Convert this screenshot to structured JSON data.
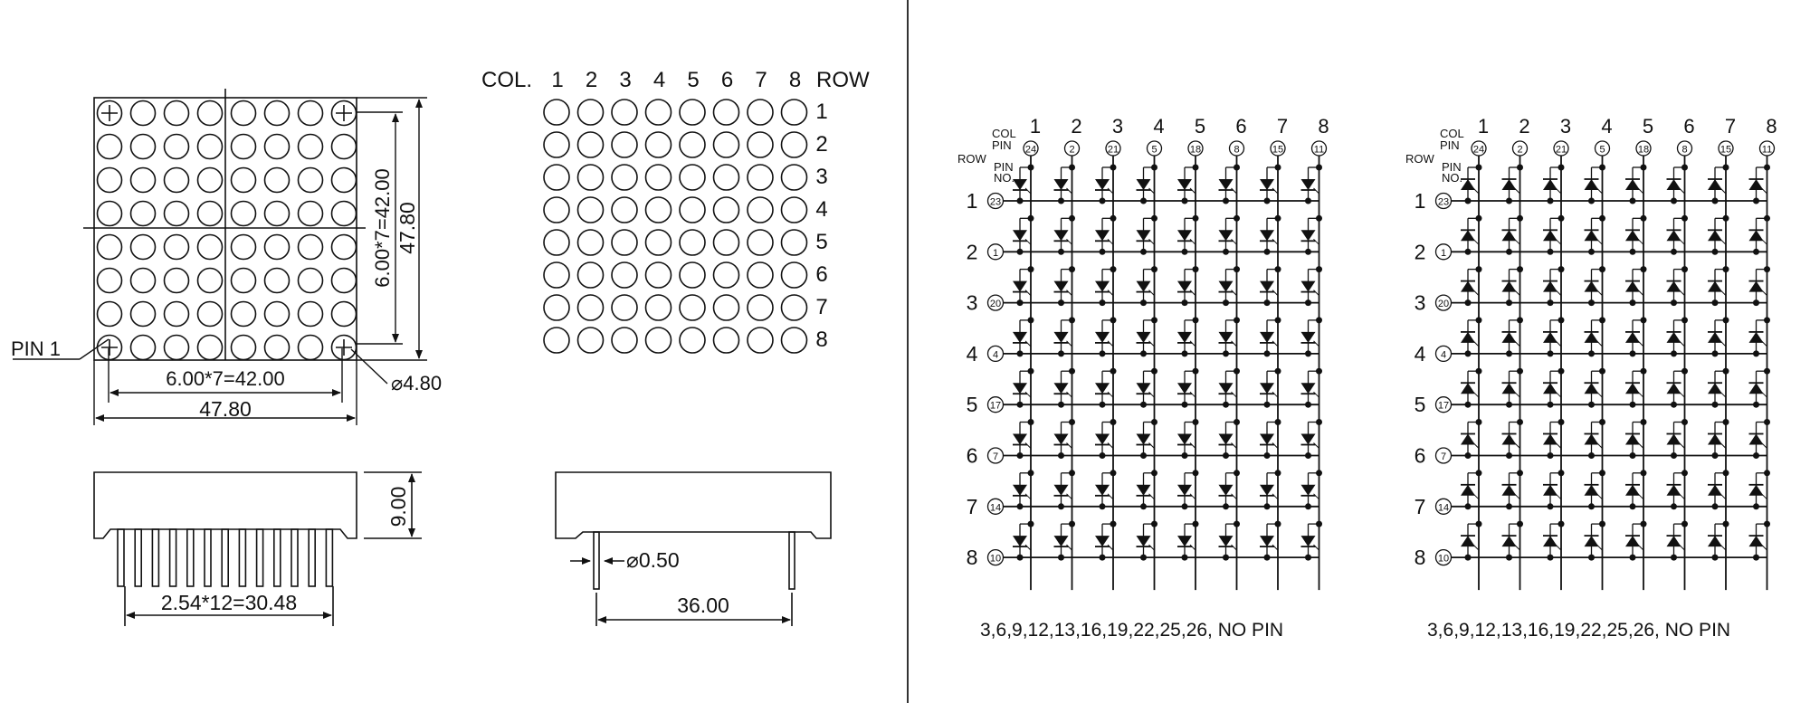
{
  "dimension_drawing": {
    "pin1_label": "PIN 1",
    "led_pitch_h": "6.00*7=42.00",
    "overall_width": "47.80",
    "led_pitch_v": "6.00*7=42.00",
    "overall_height": "47.80",
    "dot_diameter": "⌀4.80",
    "side_height": "9.00",
    "pin_pitch": "2.54*12=30.48",
    "pin_diameter": "⌀0.50",
    "row_spacing": "36.00"
  },
  "layout_grid": {
    "col_label": "COL.",
    "row_label": "ROW",
    "columns": [
      "1",
      "2",
      "3",
      "4",
      "5",
      "6",
      "7",
      "8"
    ],
    "rows": [
      "1",
      "2",
      "3",
      "4",
      "5",
      "6",
      "7",
      "8"
    ]
  },
  "schematics": [
    {
      "name": "common-cathode-schematic",
      "col_header": "COL",
      "pin_header": "PIN",
      "no_header": "NO.",
      "row_header": "ROW",
      "columns": [
        "1",
        "2",
        "3",
        "4",
        "5",
        "6",
        "7",
        "8"
      ],
      "col_pins": [
        "24",
        "2",
        "21",
        "5",
        "18",
        "8",
        "15",
        "11"
      ],
      "rows": [
        "1",
        "2",
        "3",
        "4",
        "5",
        "6",
        "7",
        "8"
      ],
      "row_pins": [
        "23",
        "1",
        "20",
        "4",
        "17",
        "7",
        "14",
        "10"
      ],
      "diode_direction": "down",
      "no_pin_note": "3,6,9,12,13,16,19,22,25,26, NO PIN"
    },
    {
      "name": "common-anode-schematic",
      "col_header": "COL",
      "pin_header": "PIN",
      "no_header": "NO.",
      "row_header": "ROW",
      "columns": [
        "1",
        "2",
        "3",
        "4",
        "5",
        "6",
        "7",
        "8"
      ],
      "col_pins": [
        "24",
        "2",
        "21",
        "5",
        "18",
        "8",
        "15",
        "11"
      ],
      "rows": [
        "1",
        "2",
        "3",
        "4",
        "5",
        "6",
        "7",
        "8"
      ],
      "row_pins": [
        "23",
        "1",
        "20",
        "4",
        "17",
        "7",
        "14",
        "10"
      ],
      "diode_direction": "up",
      "no_pin_note": "3,6,9,12,13,16,19,22,25,26, NO PIN"
    }
  ]
}
